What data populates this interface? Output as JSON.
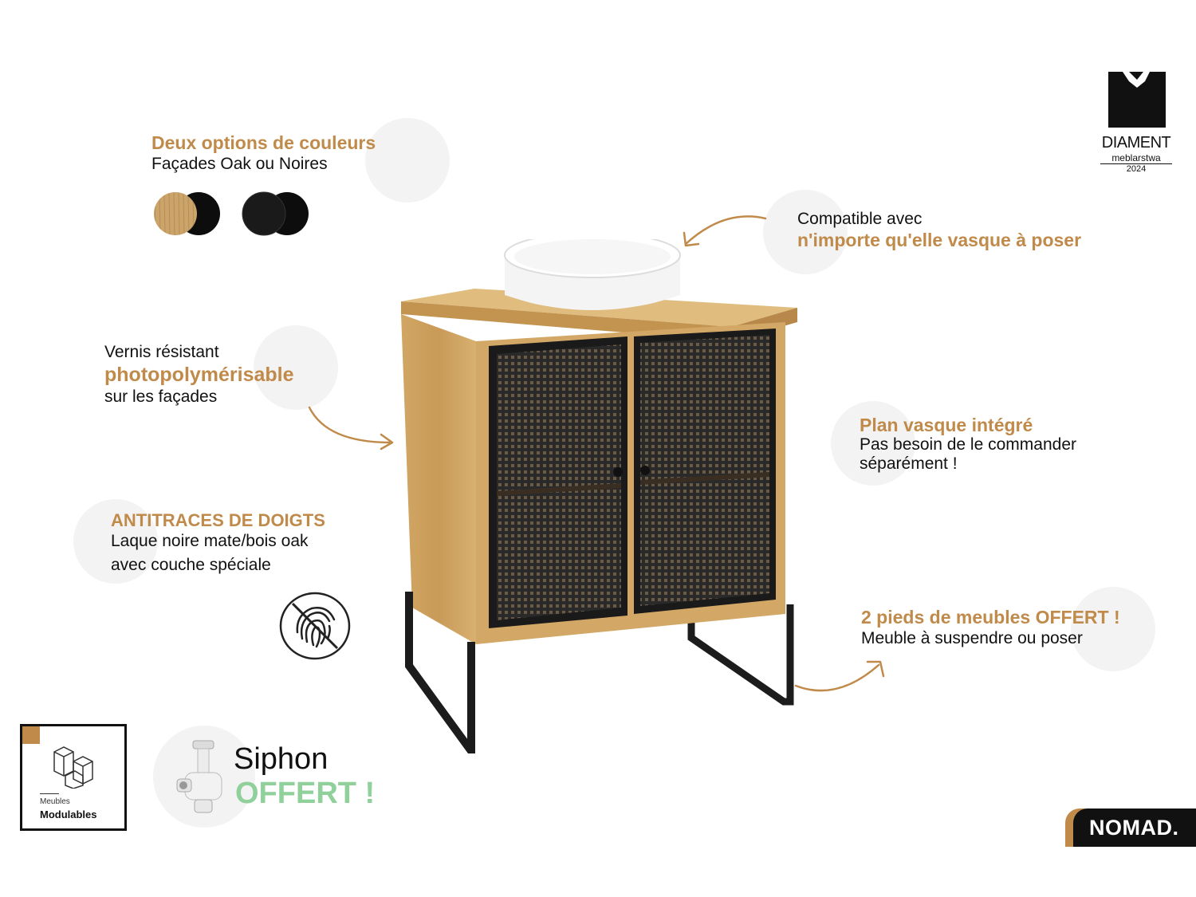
{
  "colors": {
    "accent": "#c08a4a",
    "green": "#8fd09b",
    "black": "#111111",
    "oak": "#c9a468",
    "bubble": "#f3f3f3"
  },
  "color_options": {
    "title": "Deux options de couleurs",
    "subtitle": "Façades Oak ou Noires"
  },
  "vasque": {
    "line1": "Compatible avec",
    "line2": "n'importe qu'elle vasque à poser"
  },
  "vernis": {
    "line1": "Vernis résistant",
    "line2": "photopolymérisable",
    "line3": "sur les façades"
  },
  "plan": {
    "title": "Plan vasque intégré",
    "line1": "Pas besoin de le commander",
    "line2": "séparément !"
  },
  "antitraces": {
    "title": "ANTITRACES DE DOIGTS",
    "line1": "Laque noire mate/bois oak",
    "line2": "avec couche spéciale"
  },
  "pieds": {
    "title": "2 pieds de meubles OFFERT !",
    "line1": "Meuble à suspendre ou poser"
  },
  "siphon": {
    "line1": "Siphon",
    "line2": "OFFERT !"
  },
  "modulables": {
    "line1": "Meubles",
    "line2": "Modulables"
  },
  "award": {
    "name": "DIAMENT",
    "sub": "meblarstwa",
    "year": "2024"
  },
  "brand": {
    "name": "NOMAD."
  }
}
